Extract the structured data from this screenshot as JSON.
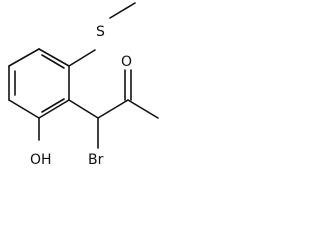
{
  "molecule": {
    "atoms": {
      "sulfur": "S",
      "oxygen_ketone": "O",
      "hydroxyl": "OH",
      "bromine": "Br"
    },
    "colors": {
      "bond": "#111111",
      "label": "#111111",
      "background": "#ffffff"
    }
  }
}
